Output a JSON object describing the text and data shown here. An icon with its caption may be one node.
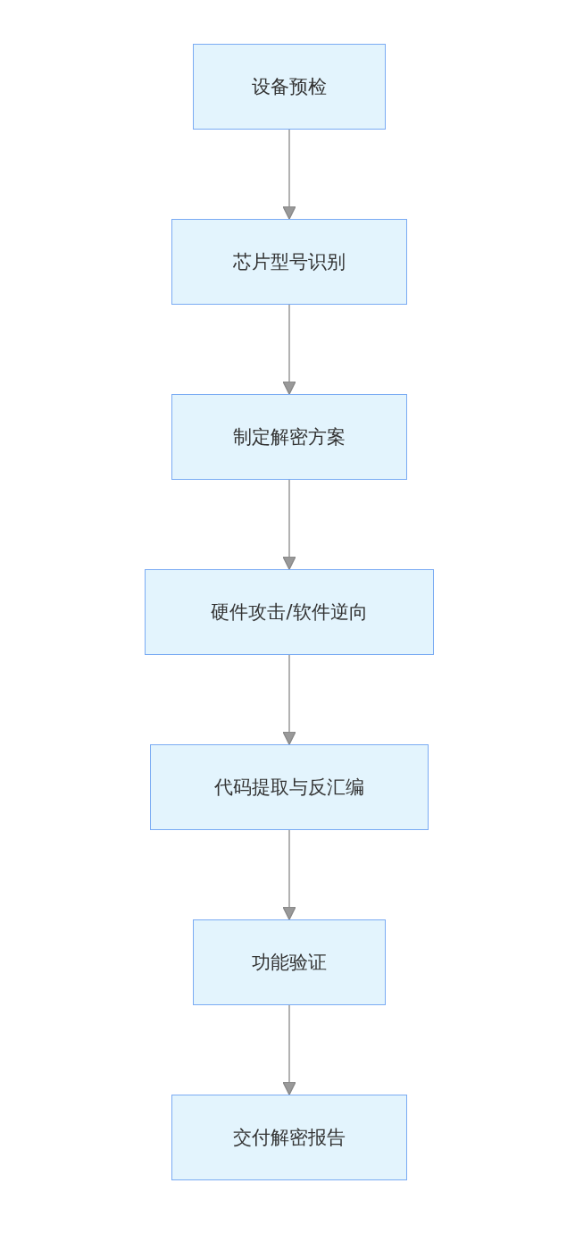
{
  "diagram": {
    "nodes": [
      {
        "text": [
          "设备预检"
        ]
      },
      {
        "text": [
          "芯片型号识别"
        ]
      },
      {
        "text": [
          "制定解密方案"
        ]
      },
      {
        "text": [
          "硬件攻击/软件逆向"
        ]
      },
      {
        "text": [
          "代码提取与反汇编"
        ]
      },
      {
        "text": [
          "功能验证"
        ]
      },
      {
        "text": [
          "交付解密报告"
        ]
      }
    ],
    "edges": [
      {
        "from": 0,
        "to": 1,
        "arrow": "to"
      },
      {
        "from": 1,
        "to": 2,
        "arrow": "to"
      },
      {
        "from": 2,
        "to": 3,
        "arrow": "to"
      },
      {
        "from": 3,
        "to": 4,
        "arrow": "to"
      },
      {
        "from": 4,
        "to": 5,
        "arrow": "to"
      },
      {
        "from": 5,
        "to": 6,
        "arrow": "to"
      }
    ]
  }
}
